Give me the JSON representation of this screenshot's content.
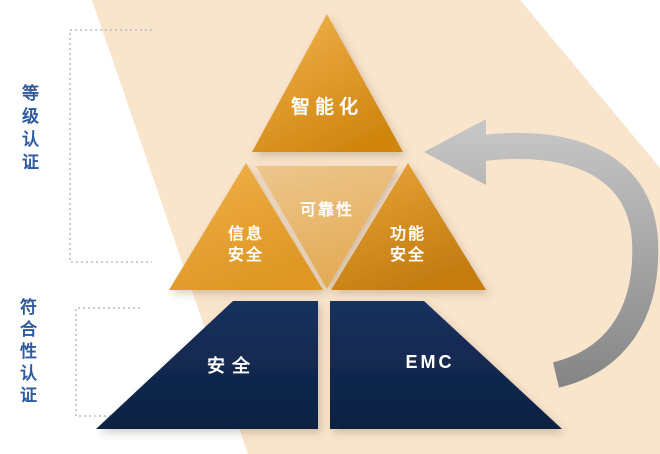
{
  "side_labels": {
    "level_certification": "等级认证",
    "conformity_certification": "符合性认证"
  },
  "pyramid": {
    "top_tier": {
      "label": "智能化"
    },
    "middle_tier": {
      "left": "信息\n安全",
      "center": "可靠性",
      "right": "功能\n安全"
    },
    "bottom_tier": {
      "left": "安全",
      "right": "EMC"
    }
  },
  "icons": {
    "arrow": "u-turn-arrow-icon"
  },
  "colors": {
    "wedge_beige": "#f9e4cc",
    "gold_light": "#f2b04a",
    "gold_dark": "#c37c10",
    "tan": "#e9bf7f",
    "navy": "#12294e",
    "label_blue": "#2e5aa0",
    "bracket_gray": "#bcbcbc",
    "arrow_gray_light": "#c9c9c9",
    "arrow_gray_dark": "#858585",
    "text_white": "#ffffff"
  }
}
